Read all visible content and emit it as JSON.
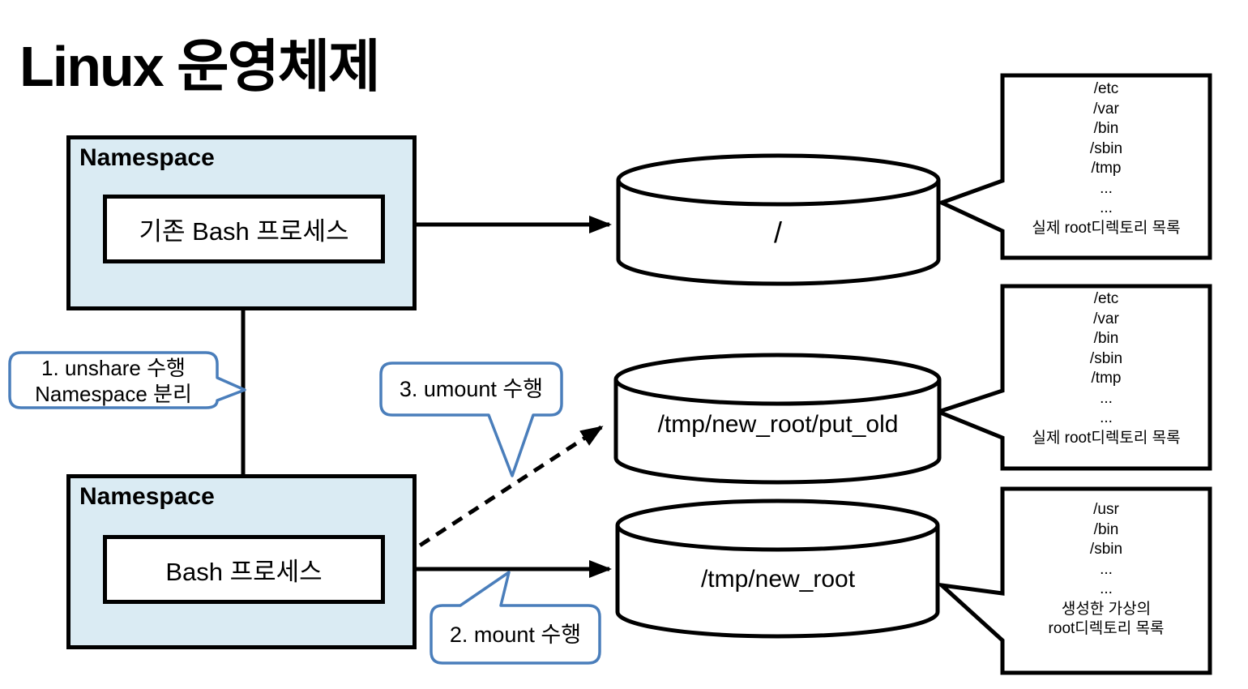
{
  "title": "Linux 운영체제",
  "colors": {
    "namespace_fill": "#daebf3",
    "bubble_border": "#4a7ebb",
    "line_color": "#000000"
  },
  "namespaces": [
    {
      "label": "Namespace",
      "process": "기존 Bash 프로세스"
    },
    {
      "label": "Namespace",
      "process": "Bash 프로세스"
    }
  ],
  "cylinders": [
    {
      "label": "/"
    },
    {
      "label": "/tmp/new_root/put_old"
    },
    {
      "label": "/tmp/new_root"
    }
  ],
  "callout_boxes": [
    {
      "lines": [
        "/etc",
        "/var",
        "/bin",
        "/sbin",
        "/tmp",
        "...",
        "...",
        "실제 root디렉토리 목록"
      ]
    },
    {
      "lines": [
        "/etc",
        "/var",
        "/bin",
        "/sbin",
        "/tmp",
        "...",
        "...",
        "실제 root디렉토리 목록"
      ]
    },
    {
      "lines": [
        "/usr",
        "/bin",
        "/sbin",
        "...",
        "...",
        "생성한 가상의",
        "root디렉토리 목록"
      ]
    }
  ],
  "step_bubbles": [
    {
      "lines": [
        "1. unshare 수행",
        "Namespace 분리"
      ]
    },
    {
      "lines": [
        "2. mount 수행"
      ]
    },
    {
      "lines": [
        "3. umount 수행"
      ]
    }
  ]
}
